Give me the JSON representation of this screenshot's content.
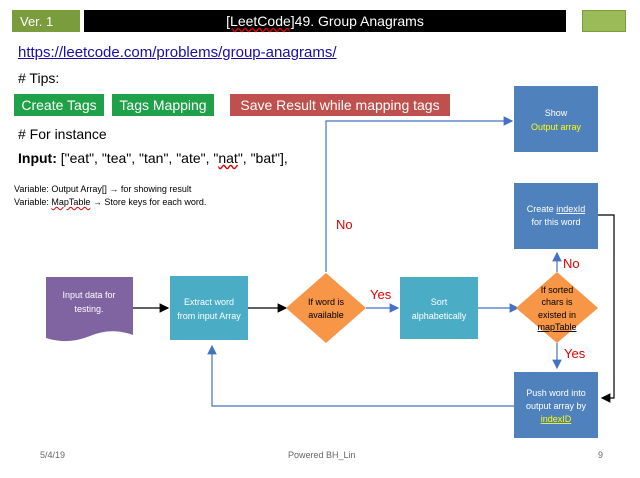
{
  "header": {
    "version": "Ver. 1",
    "title_prefix": "[LeetCode]",
    "title_suffix": " 49. Group Anagrams"
  },
  "link": "https://leetcode.com/problems/group-anagrams/",
  "tips_heading": "# Tips:",
  "tags": [
    "Create Tags",
    "Tags Mapping",
    "Save Result while mapping tags"
  ],
  "instance_heading": "# For instance",
  "input": {
    "label": "Input:",
    "p1": " [\"eat\", \"tea\", \"tan\", \"ate\", \"",
    "nat": "nat",
    "p2": "\", \"bat\"],"
  },
  "variables": {
    "line1": "Variable: Output Array[] → for showing result",
    "line2_prefix": "Variable: ",
    "line2_word": "MapTable",
    "line2_rest": " → Store keys for each word."
  },
  "flow": {
    "input_node": [
      "Input data for",
      "testing."
    ],
    "extract_node": [
      "Extract word",
      "from input Array"
    ],
    "decision1": [
      "If word is",
      "available"
    ],
    "sort_node": [
      "Sort",
      "alphabetically"
    ],
    "decision2": [
      "If sorted",
      "chars is",
      "existed in",
      "mapTable"
    ],
    "show_node": [
      "Show",
      "Output array"
    ],
    "create_node_line1_prefix": "Create ",
    "create_node_line1_word": "indexId",
    "create_node_line2": "for this word",
    "push_node": [
      "Push word into",
      "output array by"
    ],
    "push_node_word": "indexID",
    "labels": {
      "no1": "No",
      "yes1": "Yes",
      "no2": "No",
      "yes2": "Yes"
    }
  },
  "footer": {
    "date": "5/4/19",
    "credit": "Powered BH_Lin",
    "page": "9"
  },
  "colors": {
    "process": "#4bacc6",
    "blue": "#4f81bd",
    "decision": "#f79646",
    "input": "#8064a2",
    "green": "#1fa14a",
    "red": "#c0504d"
  }
}
